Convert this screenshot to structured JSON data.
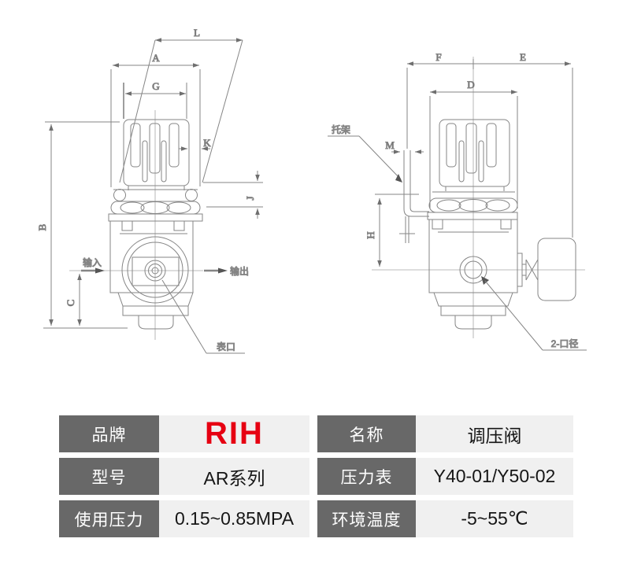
{
  "drawing": {
    "front_view": {
      "dims": {
        "L": "L",
        "A": "A",
        "G": "G",
        "K": "K",
        "J": "J",
        "B": "B",
        "C": "C"
      },
      "annotations": {
        "input": "输入",
        "output": "输出",
        "gauge_port": "表口"
      }
    },
    "side_view": {
      "dims": {
        "F": "F",
        "E": "E",
        "D": "D",
        "M": "M",
        "H": "H"
      },
      "annotations": {
        "bracket": "托架",
        "port_size": "2-口径"
      }
    }
  },
  "table": {
    "brand_color": "#e60012",
    "left": {
      "rows": [
        {
          "label": "品牌",
          "value": "RIH"
        },
        {
          "label": "型号",
          "value": "AR系列"
        },
        {
          "label": "使用压力",
          "value": "0.15~0.85MPA"
        }
      ]
    },
    "right": {
      "rows": [
        {
          "label": "名称",
          "value": "调压阀"
        },
        {
          "label": "压力表",
          "value": "Y40-01/Y50-02"
        },
        {
          "label": "环境温度",
          "value": "-5~55℃"
        }
      ]
    }
  }
}
